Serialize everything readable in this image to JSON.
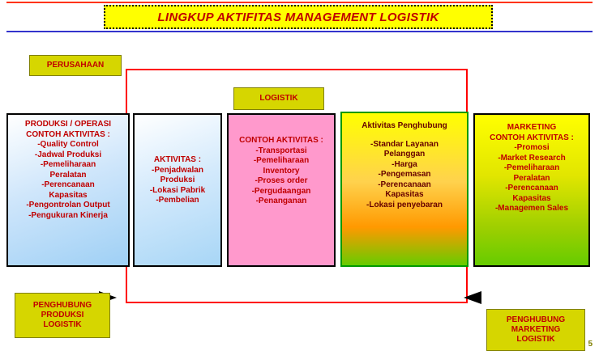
{
  "slide": {
    "title": "LINGKUP AKTIFITAS MANAGEMENT  LOGISTIK",
    "page_number": "5",
    "colors": {
      "title_text": "#c00000",
      "title_background": "#ffff00",
      "top_rule": "#ff3300",
      "bottom_rule": "#3333cc",
      "frame": "#ff0000",
      "chip_background": "#d6d600",
      "panel_pink": "#ff99cc",
      "panel_blue": "#a8d6f6",
      "panel_green_border": "#009900"
    }
  },
  "chips": {
    "perusahaan": "PERUSAHAAN",
    "logistik": "LOGISTIK",
    "penghubung_produksi": [
      "PENGHUBUNG",
      "PRODUKSI",
      "LOGISTIK"
    ],
    "penghubung_marketing": [
      "PENGHUBUNG",
      "MARKETING",
      "LOGISTIK"
    ]
  },
  "panels": {
    "produksi": {
      "heading": [
        "PRODUKSI / OPERASI",
        "CONTOH AKTIVITAS :"
      ],
      "items": [
        "-Quality Control",
        "-Jadwal Produksi",
        "-Pemeliharaan",
        "Peralatan",
        "-Perencanaan",
        "Kapasitas",
        "-Pengontrolan Output",
        "-Pengukuran Kinerja"
      ]
    },
    "aktivitas": {
      "heading": [
        "AKTIVITAS :"
      ],
      "items": [
        "-Penjadwalan",
        "Produksi",
        "-Lokasi Pabrik",
        "-Pembelian"
      ]
    },
    "contoh_aktivitas": {
      "heading": [
        "CONTOH AKTIVITAS :"
      ],
      "items": [
        "-Transportasi",
        "-Pemeliharaan",
        "Inventory",
        "-Proses order",
        "-Pergudaangan",
        "-Penanganan"
      ]
    },
    "penghubung": {
      "heading": [
        "Aktivitas Penghubung"
      ],
      "items": [
        "-Standar Layanan",
        "Pelanggan",
        "-Harga",
        "-Pengemasan",
        "-Perencanaan",
        "Kapasitas",
        "-Lokasi penyebaran"
      ]
    },
    "marketing": {
      "heading": [
        "MARKETING",
        "CONTOH AKTIVITAS :"
      ],
      "items": [
        "-Promosi",
        "-Market Research",
        "-Pemeliharaan",
        "Peralatan",
        "-Perencanaan",
        "Kapasitas",
        "-Managemen Sales"
      ]
    }
  }
}
